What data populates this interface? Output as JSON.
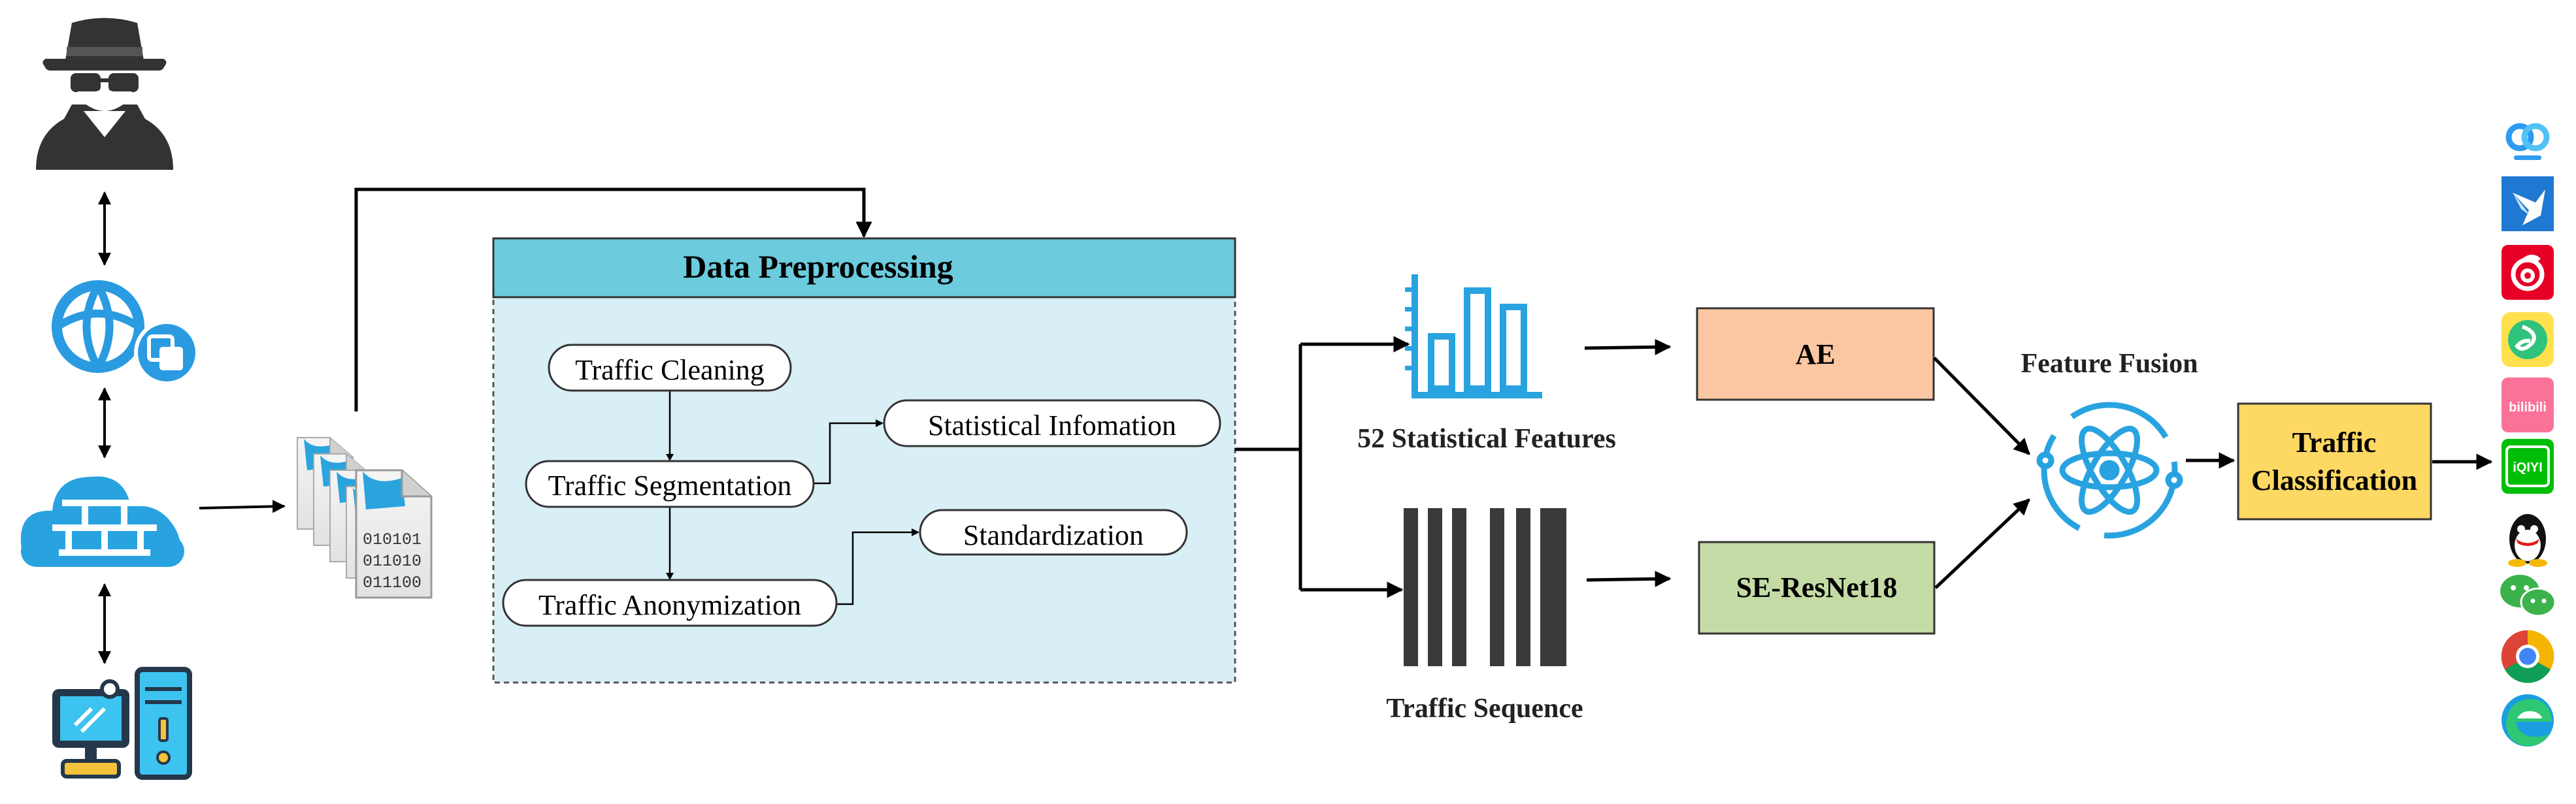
{
  "preprocessing": {
    "title": "Data Preprocessing",
    "steps": {
      "cleaning": "Traffic Cleaning",
      "segmentation": "Traffic Segmentation",
      "anonymization": "Traffic Anonymization",
      "statistical": "Statistical Infomation",
      "standardization": "Standardization"
    }
  },
  "features": {
    "statistical_label": "52 Statistical Features",
    "sequence_label": "Traffic Sequence"
  },
  "models": {
    "ae": "AE",
    "se_resnet": "SE-ResNet18"
  },
  "fusion": {
    "label": "Feature Fusion"
  },
  "output": {
    "line1": "Traffic",
    "line2": "Classification"
  },
  "file_bits": [
    "010101",
    "011010",
    "011100"
  ],
  "app_icons": [
    "baidu-netdisk-icon",
    "feishu-icon",
    "netease-music-icon",
    "qq-music-icon",
    "bilibili-icon",
    "iqiyi-icon",
    "qq-icon",
    "wechat-icon",
    "chrome-icon",
    "edge-icon"
  ],
  "app_badges": {
    "bilibili": "bilibili",
    "iqiyi": "iQIYI"
  },
  "colors": {
    "header": "#6ccbdd",
    "panel": "#d9eff6",
    "ae": "#fbc7a2",
    "se_resnet": "#c4dba6",
    "output": "#fdd863",
    "accent_blue": "#29a3e0"
  }
}
